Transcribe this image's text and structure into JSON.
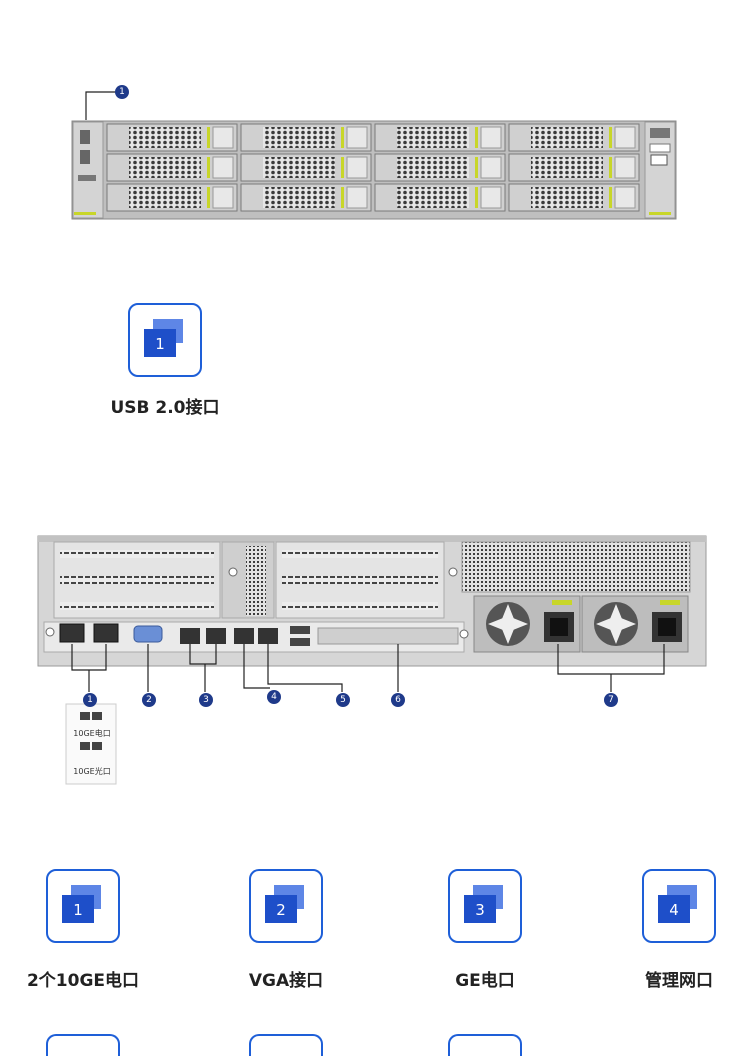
{
  "front_panel": {
    "callouts": [
      "1"
    ]
  },
  "front_legend": {
    "items": [
      {
        "number": "1",
        "label": "USB 2.0接口"
      }
    ]
  },
  "rear_panel": {
    "callouts": [
      "1",
      "2",
      "3",
      "4",
      "5",
      "6",
      "7"
    ],
    "inset_labels": [
      "10GE电口",
      "10GE光口"
    ]
  },
  "rear_legend": {
    "items": [
      {
        "number": "1",
        "label": "2个10GE电口"
      },
      {
        "number": "2",
        "label": "VGA接口"
      },
      {
        "number": "3",
        "label": "GE电口"
      },
      {
        "number": "4",
        "label": "管理网口"
      }
    ]
  },
  "colors": {
    "accent": "#1e5fd8",
    "callout": "#1f3a8a",
    "chassis": "#c9c9c9",
    "drive_latch": "#c8d629"
  }
}
